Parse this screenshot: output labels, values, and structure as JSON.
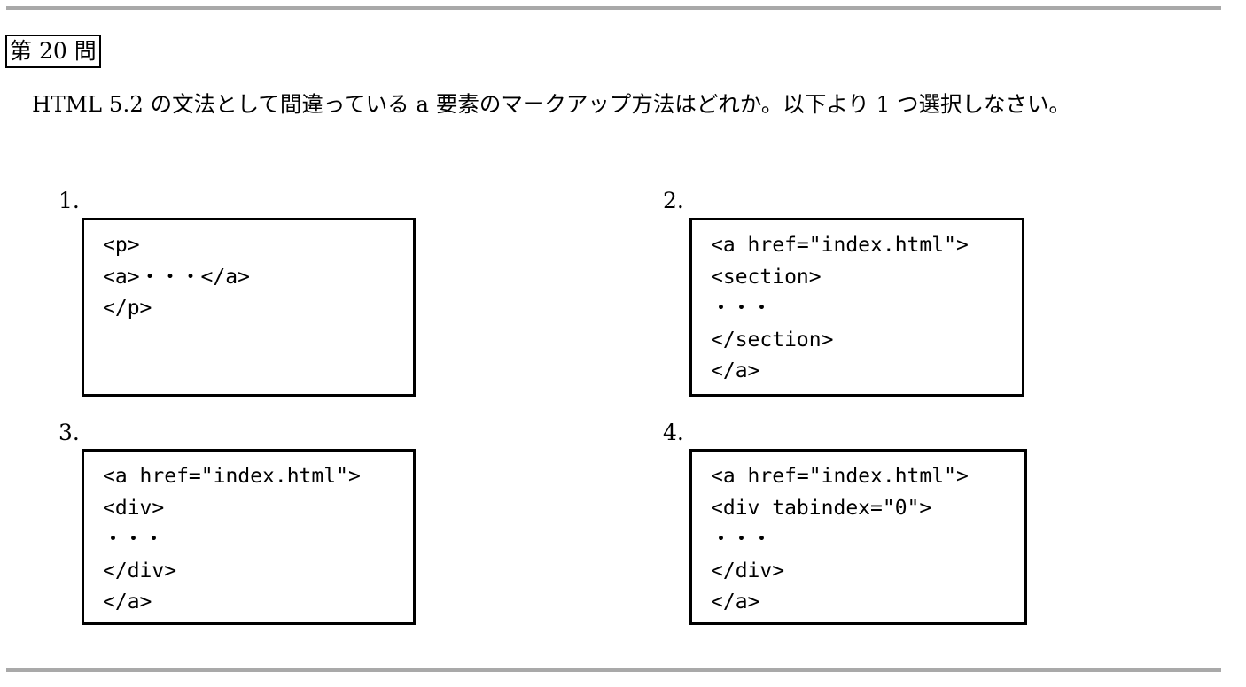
{
  "question": {
    "title": "第 20 問",
    "text": "HTML 5.2 の文法として間違っている a 要素のマークアップ方法はどれか。以下より 1 つ選択しなさい。"
  },
  "options": [
    {
      "number": "1.",
      "lines": [
        "<p>",
        "<a>・・・</a>",
        "</p>"
      ]
    },
    {
      "number": "2.",
      "lines": [
        "<a href=\"index.html\">",
        "<section>",
        "・・・",
        "</section>",
        "</a>"
      ]
    },
    {
      "number": "3.",
      "lines": [
        "<a href=\"index.html\">",
        "<div>",
        "・・・",
        "</div>",
        "</a>"
      ]
    },
    {
      "number": "4.",
      "lines": [
        "<a href=\"index.html\">",
        "<div tabindex=\"0\">",
        "・・・",
        "</div>",
        "</a>"
      ]
    }
  ]
}
